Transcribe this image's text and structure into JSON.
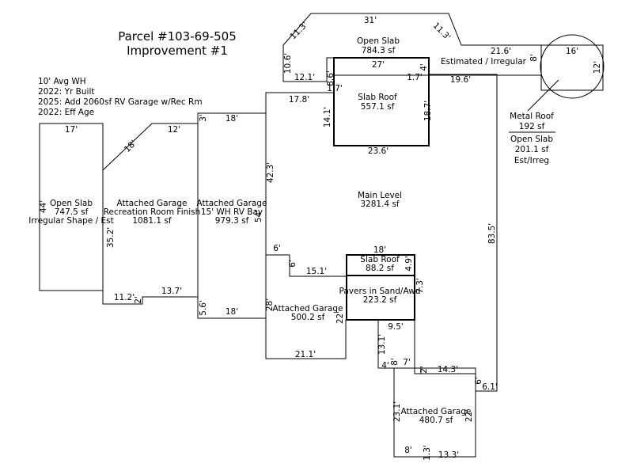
{
  "header": {
    "parcel": "Parcel #103-69-505",
    "improvement": "Improvement #1"
  },
  "notes": [
    "10' Avg WH",
    "2022: Yr Built",
    "2025: Add 2060sf RV Garage w/Rec Rm",
    "2022: Eff Age"
  ],
  "areas": {
    "open_slab_left": [
      "Open Slab",
      "747.5 sf",
      "Irregular Shape / Est"
    ],
    "garage_rec": [
      "Attached Garage",
      "Recreation Room Finish",
      "1081.1 sf"
    ],
    "garage_rv": [
      "Attached Garage",
      "15' WH RV Bay",
      "979.3 sf"
    ],
    "open_slab_top": [
      "Open Slab",
      "784.3 sf"
    ],
    "slab_roof_top": [
      "Slab Roof",
      "557.1 sf"
    ],
    "estimated": [
      "Estimated / Irregular"
    ],
    "metal_roof": [
      "Metal Roof",
      "192 sf",
      "Open Slab",
      "201.1 sf",
      "Est/Irreg"
    ],
    "main_level": [
      "Main Level",
      "3281.4 sf"
    ],
    "slab_roof_small": [
      "Slab Roof",
      "88.2 sf"
    ],
    "pavers": [
      "Pavers in Sand/Awd",
      "223.2 sf"
    ],
    "garage_center": [
      "Attached Garage",
      "500.2 sf"
    ],
    "garage_bottom": [
      "Attached Garage",
      "480.7 sf"
    ]
  },
  "dimensions": {
    "d31": "31'",
    "d113a": "11.3'",
    "d113b": "11.3'",
    "d106": "10.6'",
    "d121": "12.1'",
    "d27": "27'",
    "d86": "8.6'",
    "d17a": "1.7'",
    "d17b": "1.7'",
    "d4": "4'",
    "d216": "21.6'",
    "d8a": "8'",
    "d16": "16'",
    "d12a": "12'",
    "d196": "19.6'",
    "d178": "17.8'",
    "d141": "14.1'",
    "d187": "18.7'",
    "d236": "23.6'",
    "d17c": "17'",
    "d18a": "18'",
    "d12b": "12'",
    "d3": "3'",
    "d18b": "18'",
    "d423": "42.3'",
    "d44": "44'",
    "d352": "35.2'",
    "d54": "54'",
    "d835": "83.5'",
    "d6a": "6'",
    "d6b": "6'",
    "d151": "15.1'",
    "d18c": "18'",
    "d49": "4.9'",
    "d73": "7.3'",
    "d112": "11.2'",
    "d2a": "2'",
    "d137": "13.7'",
    "d56": "5.6'",
    "d18d": "18'",
    "d28": "28'",
    "d22a": "22'",
    "d211": "21.1'",
    "d95": "9.5'",
    "d131": "13.1'",
    "d4b": "4'",
    "d8b": "8'",
    "d7": "7'",
    "d2b": "2'",
    "d143": "14.3'",
    "d6c": "6'",
    "d61": "6.1'",
    "d231": "23.1'",
    "d22b": "22'",
    "d8c": "8'",
    "d13": "1.3'",
    "d133": "13.3'"
  }
}
